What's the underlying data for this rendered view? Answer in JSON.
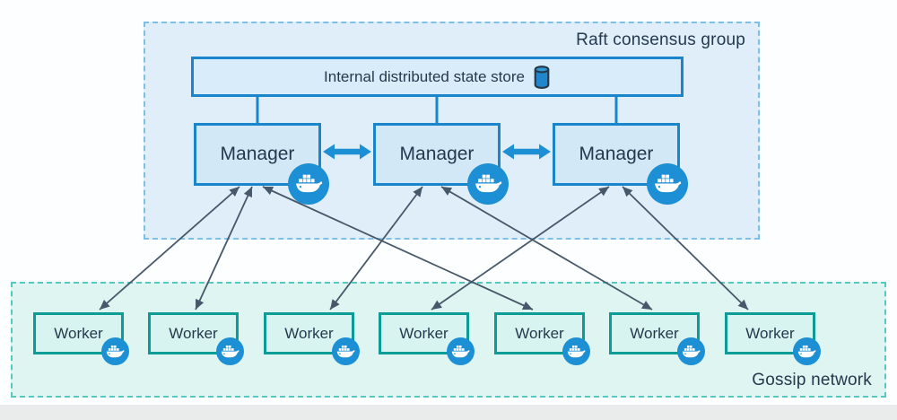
{
  "raft_group": {
    "label": "Raft consensus group"
  },
  "gossip_group": {
    "label": "Gossip network"
  },
  "state_store": {
    "label": "Internal distributed state store",
    "icon": "database-icon"
  },
  "managers": [
    {
      "id": "manager-1",
      "label": "Manager",
      "icon": "docker-whale-icon"
    },
    {
      "id": "manager-2",
      "label": "Manager",
      "icon": "docker-whale-icon"
    },
    {
      "id": "manager-3",
      "label": "Manager",
      "icon": "docker-whale-icon"
    }
  ],
  "workers": [
    {
      "id": "worker-1",
      "label": "Worker",
      "icon": "docker-whale-icon"
    },
    {
      "id": "worker-2",
      "label": "Worker",
      "icon": "docker-whale-icon"
    },
    {
      "id": "worker-3",
      "label": "Worker",
      "icon": "docker-whale-icon"
    },
    {
      "id": "worker-4",
      "label": "Worker",
      "icon": "docker-whale-icon"
    },
    {
      "id": "worker-5",
      "label": "Worker",
      "icon": "docker-whale-icon"
    },
    {
      "id": "worker-6",
      "label": "Worker",
      "icon": "docker-whale-icon"
    },
    {
      "id": "worker-7",
      "label": "Worker",
      "icon": "docker-whale-icon"
    }
  ],
  "links": {
    "store_to_managers": [
      {
        "from": "state-store",
        "to": "manager-1"
      },
      {
        "from": "state-store",
        "to": "manager-2"
      },
      {
        "from": "state-store",
        "to": "manager-3"
      }
    ],
    "manager_peer": [
      {
        "from": "manager-1",
        "to": "manager-2",
        "bidirectional": true
      },
      {
        "from": "manager-2",
        "to": "manager-3",
        "bidirectional": true
      }
    ],
    "manager_worker": [
      {
        "from": "manager-1",
        "to": "worker-1",
        "bidirectional": true
      },
      {
        "from": "manager-1",
        "to": "worker-2",
        "bidirectional": true
      },
      {
        "from": "manager-1",
        "to": "worker-5",
        "bidirectional": true
      },
      {
        "from": "manager-2",
        "to": "worker-3",
        "bidirectional": true
      },
      {
        "from": "manager-2",
        "to": "worker-6",
        "bidirectional": true
      },
      {
        "from": "manager-3",
        "to": "worker-4",
        "bidirectional": true
      },
      {
        "from": "manager-3",
        "to": "worker-7",
        "bidirectional": true
      }
    ]
  },
  "colors": {
    "docker_blue": "#1d8fd4",
    "blue_border": "#1a85ca",
    "raft_fill": "#e0eef9",
    "raft_dash": "#7cc0e7",
    "teal_border": "#0d9c95",
    "gossip_fill": "#def5f1",
    "gossip_dash": "#59c7c0",
    "edge_dark": "#46586a",
    "text": "#25394e"
  }
}
